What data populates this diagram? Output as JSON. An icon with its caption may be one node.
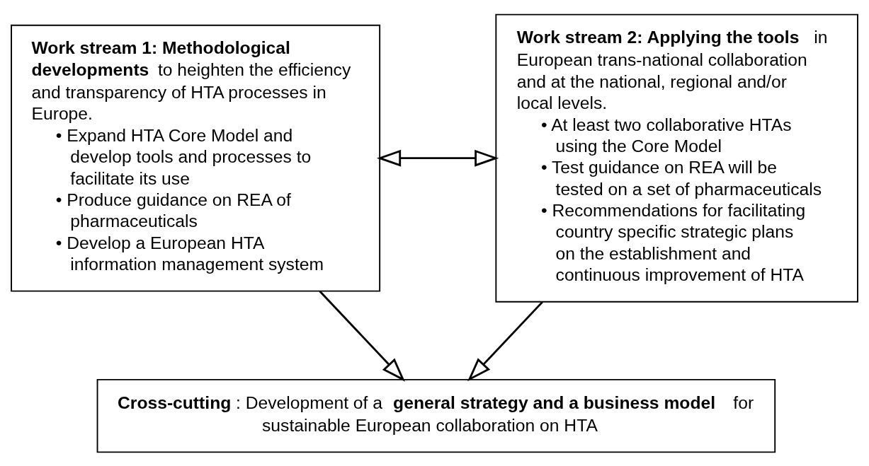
{
  "diagram": {
    "nodes": [
      {
        "text": [
          "**Work stream 1: Methodological developments** to heighten the efficiency and transparency of HTA processes in Europe.",
          "• Expand HTA Core Model and develop tools and processes to facilitate its use",
          "• Produce guidance on REA of pharmaceuticals",
          "• Develop a European HTA information management system"
        ]
      },
      {
        "text": [
          "**Work stream 2: Applying the tools** in European trans-national collaboration and at the national, regional and/or local levels.",
          "• At least two collaborative HTAs using the Core Model",
          "• Test guidance on REA will be tested on a set of pharmaceuticals",
          "• Recommendations for facilitating country specific strategic plans on the establishment and continuous improvement of HTA"
        ]
      },
      {
        "text": [
          "**Cross-cutting**: Development of a **general strategy and a business model** for sustainable European collaboration on HTA"
        ]
      }
    ],
    "edges": [
      {
        "from": 0,
        "to": 1,
        "arrow": "both"
      },
      {
        "from": 0,
        "to": 2,
        "arrow": "to"
      },
      {
        "from": 1,
        "to": 2,
        "arrow": "to"
      }
    ]
  }
}
